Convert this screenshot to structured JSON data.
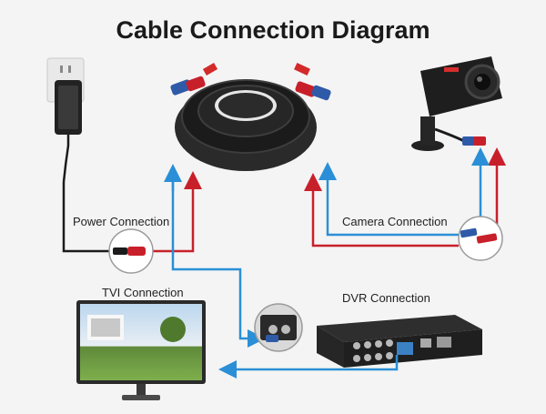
{
  "title": "Cable Connection Diagram",
  "labels": {
    "power": "Power Connection",
    "camera": "Camera Connection",
    "tvi": "TVI Connection",
    "dvr": "DVR Connection"
  },
  "colors": {
    "power_line": "#c8202a",
    "video_line": "#2a8fd6",
    "cable": "#1b1b1b",
    "background": "#f4f4f4"
  },
  "icons": [
    "power-adapter-icon",
    "coax-cable-coil-icon",
    "security-camera-icon",
    "monitor-icon",
    "dvr-icon",
    "connector-zoom-icon"
  ]
}
